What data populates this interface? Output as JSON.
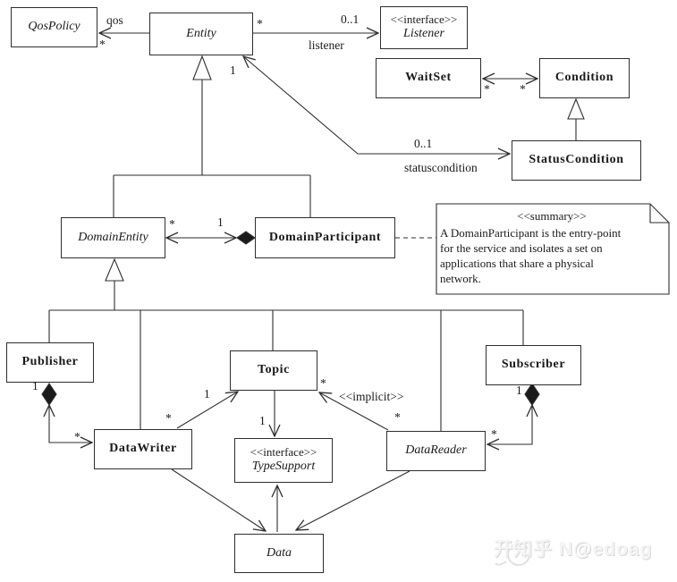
{
  "classes": {
    "qospolicy": {
      "name": "QosPolicy"
    },
    "entity": {
      "name": "Entity"
    },
    "listener": {
      "stereotype": "<<interface>>",
      "name": "Listener"
    },
    "waitset": {
      "name": "WaitSet"
    },
    "condition": {
      "name": "Condition"
    },
    "statuscondition": {
      "name": "StatusCondition"
    },
    "domainentity": {
      "name": "DomainEntity"
    },
    "domainparticipant": {
      "name": "DomainParticipant"
    },
    "publisher": {
      "name": "Publisher"
    },
    "topic": {
      "name": "Topic"
    },
    "subscriber": {
      "name": "Subscriber"
    },
    "datawriter": {
      "name": "DataWriter"
    },
    "datareader": {
      "name": "DataReader"
    },
    "typesupport": {
      "stereotype": "<<interface>>",
      "name": "TypeSupport"
    },
    "data": {
      "name": "Data"
    }
  },
  "note": {
    "stereotype": "<<summary>>",
    "lines": [
      "A DomainParticipant is the entry-point",
      "for the service and isolates a set on",
      "applications that share a physical",
      "network."
    ]
  },
  "edge_labels": [
    {
      "text": "qos"
    },
    {
      "text": "*"
    },
    {
      "text": "*"
    },
    {
      "text": "0..1"
    },
    {
      "text": "listener"
    },
    {
      "text": "1"
    },
    {
      "text": "*"
    },
    {
      "text": "*"
    },
    {
      "text": "0..1"
    },
    {
      "text": "statuscondition"
    },
    {
      "text": "*"
    },
    {
      "text": "1"
    },
    {
      "text": "1"
    },
    {
      "text": "*"
    },
    {
      "text": "*"
    },
    {
      "text": "1"
    },
    {
      "text": "1"
    },
    {
      "text": "*"
    },
    {
      "text": "<<implicit>>"
    },
    {
      "text": "*"
    },
    {
      "text": "1"
    },
    {
      "text": "*"
    }
  ],
  "watermark": {
    "text": "开知乎 N@edoag"
  },
  "colors": {
    "line": "#2e2e2e",
    "background": "#ffffff",
    "text": "#1a1a1a"
  }
}
